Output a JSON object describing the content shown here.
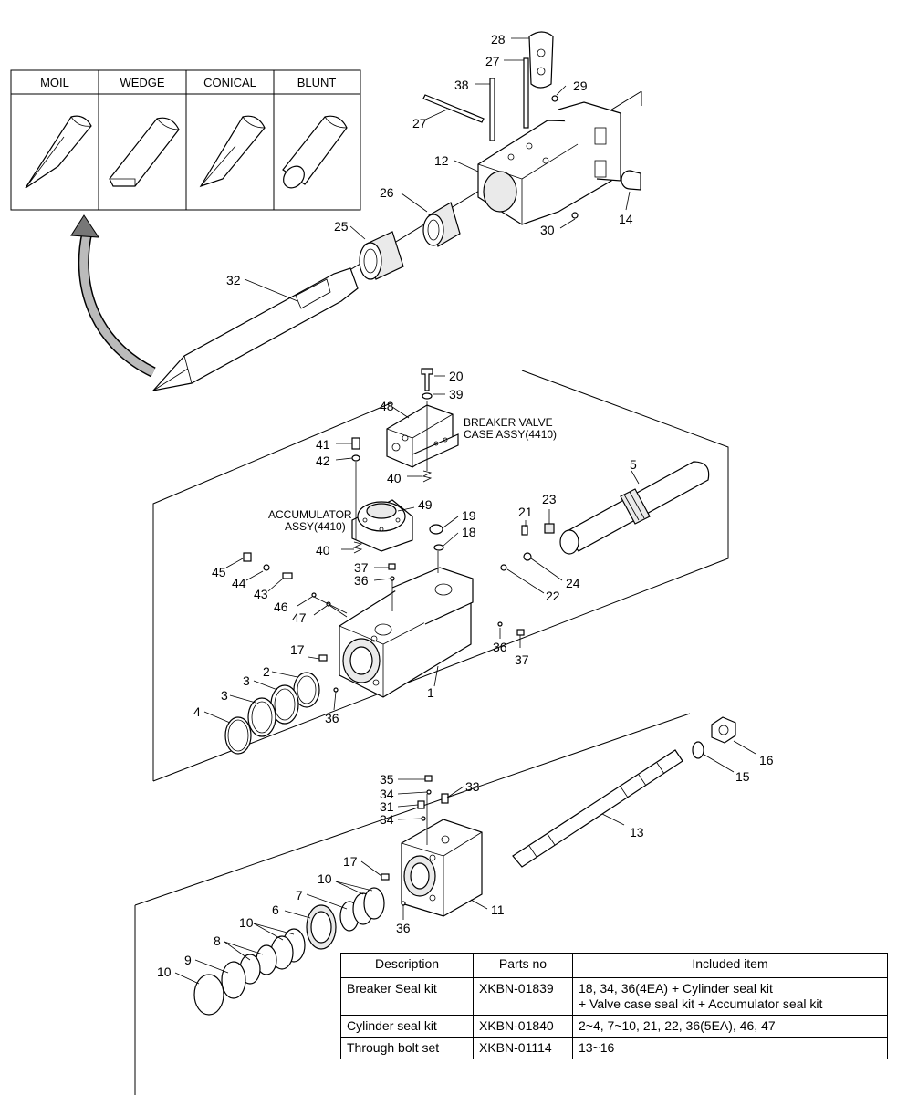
{
  "tool_tips": {
    "labels": [
      "MOIL",
      "WEDGE",
      "CONICAL",
      "BLUNT"
    ]
  },
  "assemblies": {
    "breaker_valve": [
      "BREAKER VALVE",
      "CASE ASSY(4410)"
    ],
    "accumulator": [
      "ACCUMULATOR",
      "ASSY(4410)"
    ]
  },
  "callouts": [
    "28",
    "27",
    "38",
    "29",
    "27",
    "12",
    "26",
    "14",
    "30",
    "25",
    "32",
    "20",
    "39",
    "48",
    "41",
    "42",
    "40",
    "49",
    "19",
    "18",
    "40",
    "21",
    "23",
    "5",
    "45",
    "44",
    "43",
    "46",
    "47",
    "37",
    "36",
    "24",
    "22",
    "17",
    "36",
    "37",
    "2",
    "3",
    "3",
    "4",
    "36",
    "1",
    "16",
    "15",
    "35",
    "33",
    "34",
    "31",
    "34",
    "13",
    "17",
    "10",
    "7",
    "6",
    "11",
    "36",
    "10",
    "8",
    "9",
    "10"
  ],
  "kit_table": {
    "headers": [
      "Description",
      "Parts no",
      "Included item"
    ],
    "rows": [
      {
        "description": "Breaker Seal kit",
        "parts_no": "XKBN-01839",
        "included_lines": [
          "18, 34, 36(4EA) + Cylinder seal kit",
          "+ Valve case seal kit + Accumulator seal kit"
        ]
      },
      {
        "description": "Cylinder seal kit",
        "parts_no": "XKBN-01840",
        "included_lines": [
          "2~4, 7~10, 21, 22, 36(5EA), 46, 47"
        ]
      },
      {
        "description": "Through bolt set",
        "parts_no": "XKBN-01114",
        "included_lines": [
          "13~16"
        ]
      }
    ]
  }
}
